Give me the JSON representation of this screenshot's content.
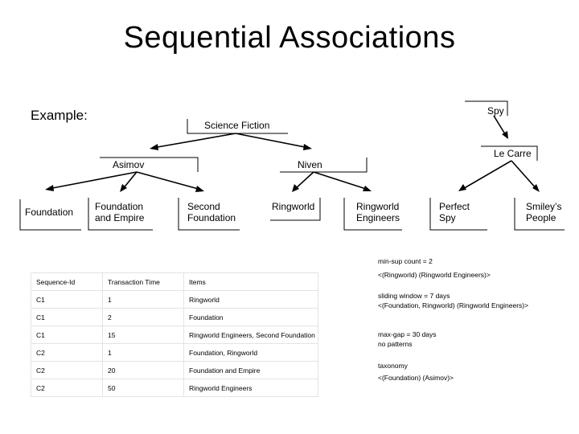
{
  "slide": {
    "title": "Sequential Associations",
    "example_label": "Example:"
  },
  "taxonomy_tree": {
    "science_fiction": "Science Fiction",
    "spy": "Spy",
    "asimov": "Asimov",
    "niven": "Niven",
    "le_carre": "Le Carre",
    "foundation": "Foundation",
    "foundation_and_empire": [
      "Foundation",
      "and Empire"
    ],
    "second_foundation": [
      "Second",
      "Foundation"
    ],
    "ringworld": "Ringworld",
    "ringworld_engineers": [
      "Ringworld",
      "Engineers"
    ],
    "perfect_spy": [
      "Perfect",
      "Spy"
    ],
    "smileys_people": [
      "Smiley’s",
      "People"
    ]
  },
  "sequence_table": {
    "headers": [
      "Sequence-Id",
      "Transaction Time",
      "Items"
    ],
    "rows": [
      [
        "C1",
        "1",
        "Ringworld"
      ],
      [
        "C1",
        "2",
        "Foundation"
      ],
      [
        "C1",
        "15",
        "Ringworld Engineers, Second Foundation"
      ],
      [
        "C2",
        "1",
        "Foundation, Ringworld"
      ],
      [
        "C2",
        "20",
        "Foundation and Empire"
      ],
      [
        "C2",
        "50",
        "Ringworld Engineers"
      ]
    ]
  },
  "notes": [
    {
      "lines": [
        "min-sup count = 2",
        "<(Ringworld) (Ringworld Engineers)>"
      ]
    },
    {
      "lines": [
        "sliding window = 7 days",
        "<(Foundation, Ringworld) (Ringworld Engineers)>"
      ]
    },
    {
      "lines": [
        "max-gap = 30 days",
        "no patterns"
      ]
    },
    {
      "lines": [
        "taxonomy",
        "<(Foundation) (Asimov)>"
      ]
    }
  ]
}
